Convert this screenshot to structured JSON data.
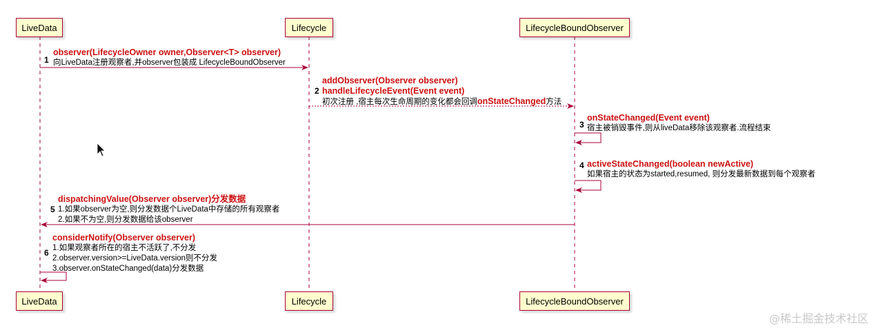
{
  "participants": {
    "livedata": "LiveData",
    "lifecycle": "Lifecycle",
    "observer": "LifecycleBoundObserver"
  },
  "messages": [
    {
      "num": "1",
      "title": "observer(LifecycleOwner owner,Observer<T> observer)",
      "lines": [
        "向LiveData注册观察者,并observer包装成   LifecycleBoundObserver"
      ]
    },
    {
      "num": "2",
      "title_a": "addObserver(Observer observer)",
      "title_b": "handleLifecycleEvent(Event event)",
      "line_pre": "初次注册  ,宿主每次生命周期的变化都会回调",
      "line_hl": "onStateChanged",
      "line_post": "方法"
    },
    {
      "num": "3",
      "title": "onStateChanged(Event event)",
      "lines": [
        "宿主被销毁事件,则从liveData移除该观察者.流程结束"
      ]
    },
    {
      "num": "4",
      "title": "activeStateChanged(boolean newActive)",
      "lines": [
        "如果宿主的状态为started,resumed,  则分发最新数据到每个观察者"
      ]
    },
    {
      "num": "5",
      "title": "dispatchingValue(Observer observer)分发数据",
      "lines": [
        "1.如果observer为空,则分发数据个LiveData中存储的所有观察者",
        "2.如果不为空,则分发数据给该observer"
      ]
    },
    {
      "num": "6",
      "title": "considerNotify(Observer observer)",
      "lines": [
        "1.如果观察者所在的宿主不活跃了,不分发",
        "2.observer.version>=LiveData.version则不分发",
        "3.observer.onStateChanged(data)分发数据"
      ]
    }
  ],
  "watermark": "@稀土掘金技术社区"
}
